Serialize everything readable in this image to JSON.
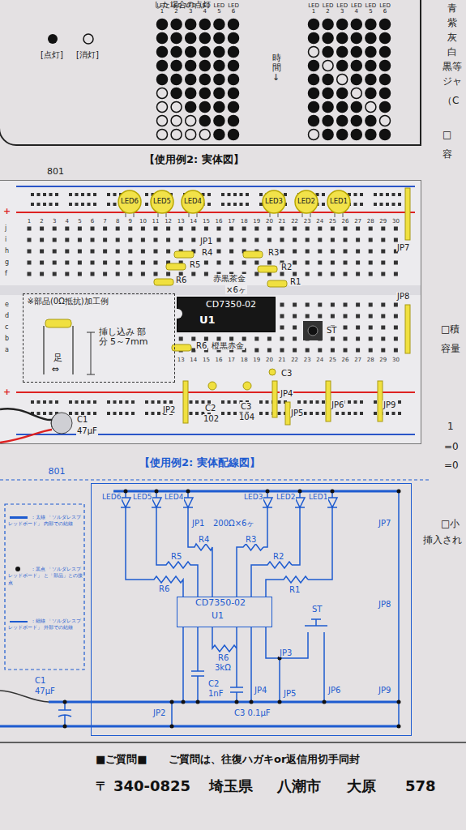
{
  "diagram": {
    "nodes": [
      {
        "text": [
          "した場合の点灯",
          "[点灯]",
          "[消灯]",
          "LED 1",
          "LED 2",
          "LED 3",
          "LED 4",
          "LED 5",
          "LED 6",
          "時間↓",
          "LED 1",
          "LED 2",
          "LED 3",
          "LED 4",
          "LED 5",
          "LED 6"
        ]
      },
      {
        "text": [
          "801"
        ]
      },
      {
        "text": [
          "※部品(0Ω抵抗)加工例",
          "足",
          "⇔",
          "挿し込み 部分 5～7mm"
        ],
        "in": 1
      },
      {
        "text": [
          "CD7350-02",
          "U1"
        ],
        "in": 1
      },
      {
        "text": [
          "801"
        ]
      },
      {
        "text": [
          "CD7350-02",
          "U1"
        ],
        "in": 4
      }
    ],
    "labels": [
      "青",
      "紫",
      "灰",
      "白",
      "黒等",
      "ジャ",
      "（C",
      "□",
      "容",
      "【使用例2: 実体図】",
      "+",
      "j",
      "i",
      "h",
      "g",
      "f",
      "e",
      "d",
      "c",
      "b",
      "a",
      "1",
      "2",
      "3",
      "4",
      "5",
      "6",
      "7",
      "8",
      "9",
      "10",
      "11",
      "12",
      "13",
      "14",
      "15",
      "16",
      "17",
      "18",
      "19",
      "20",
      "21",
      "22",
      "23",
      "24",
      "25",
      "26",
      "27",
      "28",
      "29",
      "30",
      "13",
      "14",
      "15",
      "16",
      "17",
      "18",
      "19",
      "20",
      "21",
      "22",
      "23",
      "24",
      "25",
      "26",
      "27",
      "28",
      "29",
      "30",
      "LED6",
      "LED5",
      "LED4",
      "LED3",
      "LED2",
      "LED1",
      "JP7",
      "JP1",
      "R4",
      "R3",
      "R5",
      "R2",
      "R6",
      "R1",
      "赤黒茶金",
      "×6ヶ",
      "ST",
      "JP8",
      "R6",
      "橙黒赤金",
      "C3",
      "JP2",
      "C2",
      "102",
      "C3",
      "104",
      "JP4",
      "JP5",
      "JP6",
      "JP9",
      "C1",
      "47μF",
      "+",
      "【使用例2: 実体配線図】",
      "LED6",
      "LED5",
      "LED4",
      "LED3",
      "LED2",
      "LED1",
      "JP1",
      "200Ω×6ヶ",
      "R4",
      "R3",
      "R5",
      "R2",
      "R6",
      "R1",
      "JP7",
      "ST",
      "JP8",
      "JP3",
      "R6",
      "3kΩ",
      "C2",
      "1nF",
      "JP2",
      "JP4",
      "JP5",
      "JP6",
      "JP9",
      "C1",
      "47μF",
      "C3 0.1μF",
      "■ご質問■",
      "ご質問は、往復ハガキor返信用切手同封",
      "〒",
      "340-0825",
      "埼玉県",
      "八潮市",
      "大原",
      "578",
      "□積",
      "容量",
      "1",
      "=0",
      "=0",
      "□小",
      "挿入され"
    ],
    "legend": [
      {
        "text": "：太線 「ソルダレスブレッドボード」 内部での結線"
      },
      {
        "text": "：黒点 「ソルダレスブレッドボード」 と「部品」との接点"
      },
      {
        "text": "：細線 「ソルダレスブレッドボード」 外部での結線"
      }
    ]
  }
}
